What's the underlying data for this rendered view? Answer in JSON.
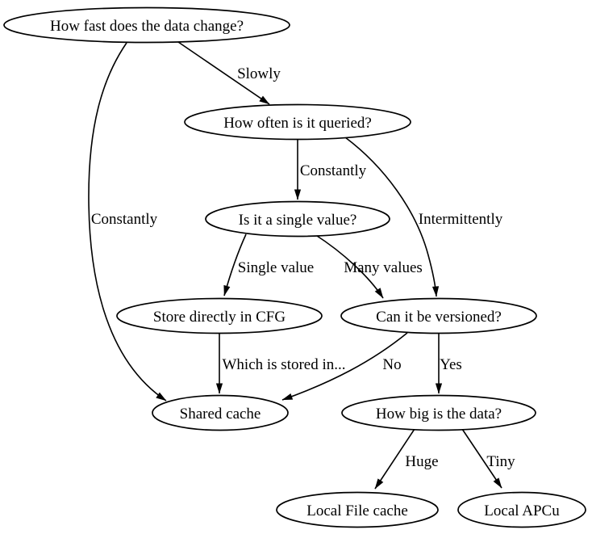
{
  "diagram": {
    "type": "flowchart-decision-tree",
    "background_color": "#ffffff",
    "node_fill_color": "#ffffff",
    "line_color": "#000000",
    "text_color": "#000000",
    "nodes": [
      {
        "id": "how_fast",
        "label": "How fast does the data change?"
      },
      {
        "id": "how_often",
        "label": "How often is it queried?"
      },
      {
        "id": "single_value_q",
        "label": "Is it a single value?"
      },
      {
        "id": "store_cfg",
        "label": "Store directly in CFG"
      },
      {
        "id": "versioned_q",
        "label": "Can it be versioned?"
      },
      {
        "id": "shared_cache",
        "label": "Shared cache"
      },
      {
        "id": "how_big",
        "label": "How big is the data?"
      },
      {
        "id": "local_file",
        "label": "Local File cache"
      },
      {
        "id": "local_apcu",
        "label": "Local APCu"
      }
    ],
    "edges": [
      {
        "from": "how_fast",
        "to": "how_often",
        "label": "Slowly"
      },
      {
        "from": "how_fast",
        "to": "shared_cache",
        "label": "Constantly"
      },
      {
        "from": "how_often",
        "to": "single_value_q",
        "label": "Constantly"
      },
      {
        "from": "how_often",
        "to": "versioned_q",
        "label": "Intermittently"
      },
      {
        "from": "single_value_q",
        "to": "store_cfg",
        "label": "Single value"
      },
      {
        "from": "single_value_q",
        "to": "versioned_q",
        "label": "Many values"
      },
      {
        "from": "store_cfg",
        "to": "shared_cache",
        "label": "Which is stored in..."
      },
      {
        "from": "versioned_q",
        "to": "shared_cache",
        "label": "No"
      },
      {
        "from": "versioned_q",
        "to": "how_big",
        "label": "Yes"
      },
      {
        "from": "how_big",
        "to": "local_file",
        "label": "Huge"
      },
      {
        "from": "how_big",
        "to": "local_apcu",
        "label": "Tiny"
      }
    ]
  }
}
